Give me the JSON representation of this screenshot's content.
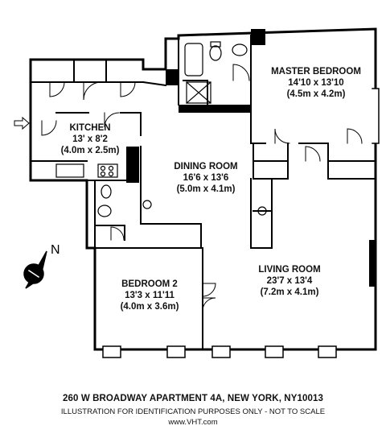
{
  "rooms": {
    "master_bedroom": {
      "name": "MASTER BEDROOM",
      "imperial": "14'10 x 13'10",
      "metric": "(4.5m x 4.2m)"
    },
    "kitchen": {
      "name": "KITCHEN",
      "imperial": "13' x 8'2",
      "metric": "(4.0m x 2.5m)"
    },
    "dining_room": {
      "name": "DINING ROOM",
      "imperial": "16'6 x 13'6",
      "metric": "(5.0m x 4.1m)"
    },
    "living_room": {
      "name": "LIVING ROOM",
      "imperial": "23'7 x 13'4",
      "metric": "(7.2m x 4.1m)"
    },
    "bedroom_2": {
      "name": "BEDROOM 2",
      "imperial": "13'3 x 11'11",
      "metric": "(4.0m x 3.6m)"
    }
  },
  "compass": {
    "label": "N"
  },
  "footer": {
    "address": "260 W BROADWAY APARTMENT 4A, NEW YORK, NY10013",
    "disclaimer": "ILLUSTRATION FOR IDENTIFICATION PURPOSES ONLY - NOT TO SCALE",
    "website": "www.VHT.com"
  }
}
